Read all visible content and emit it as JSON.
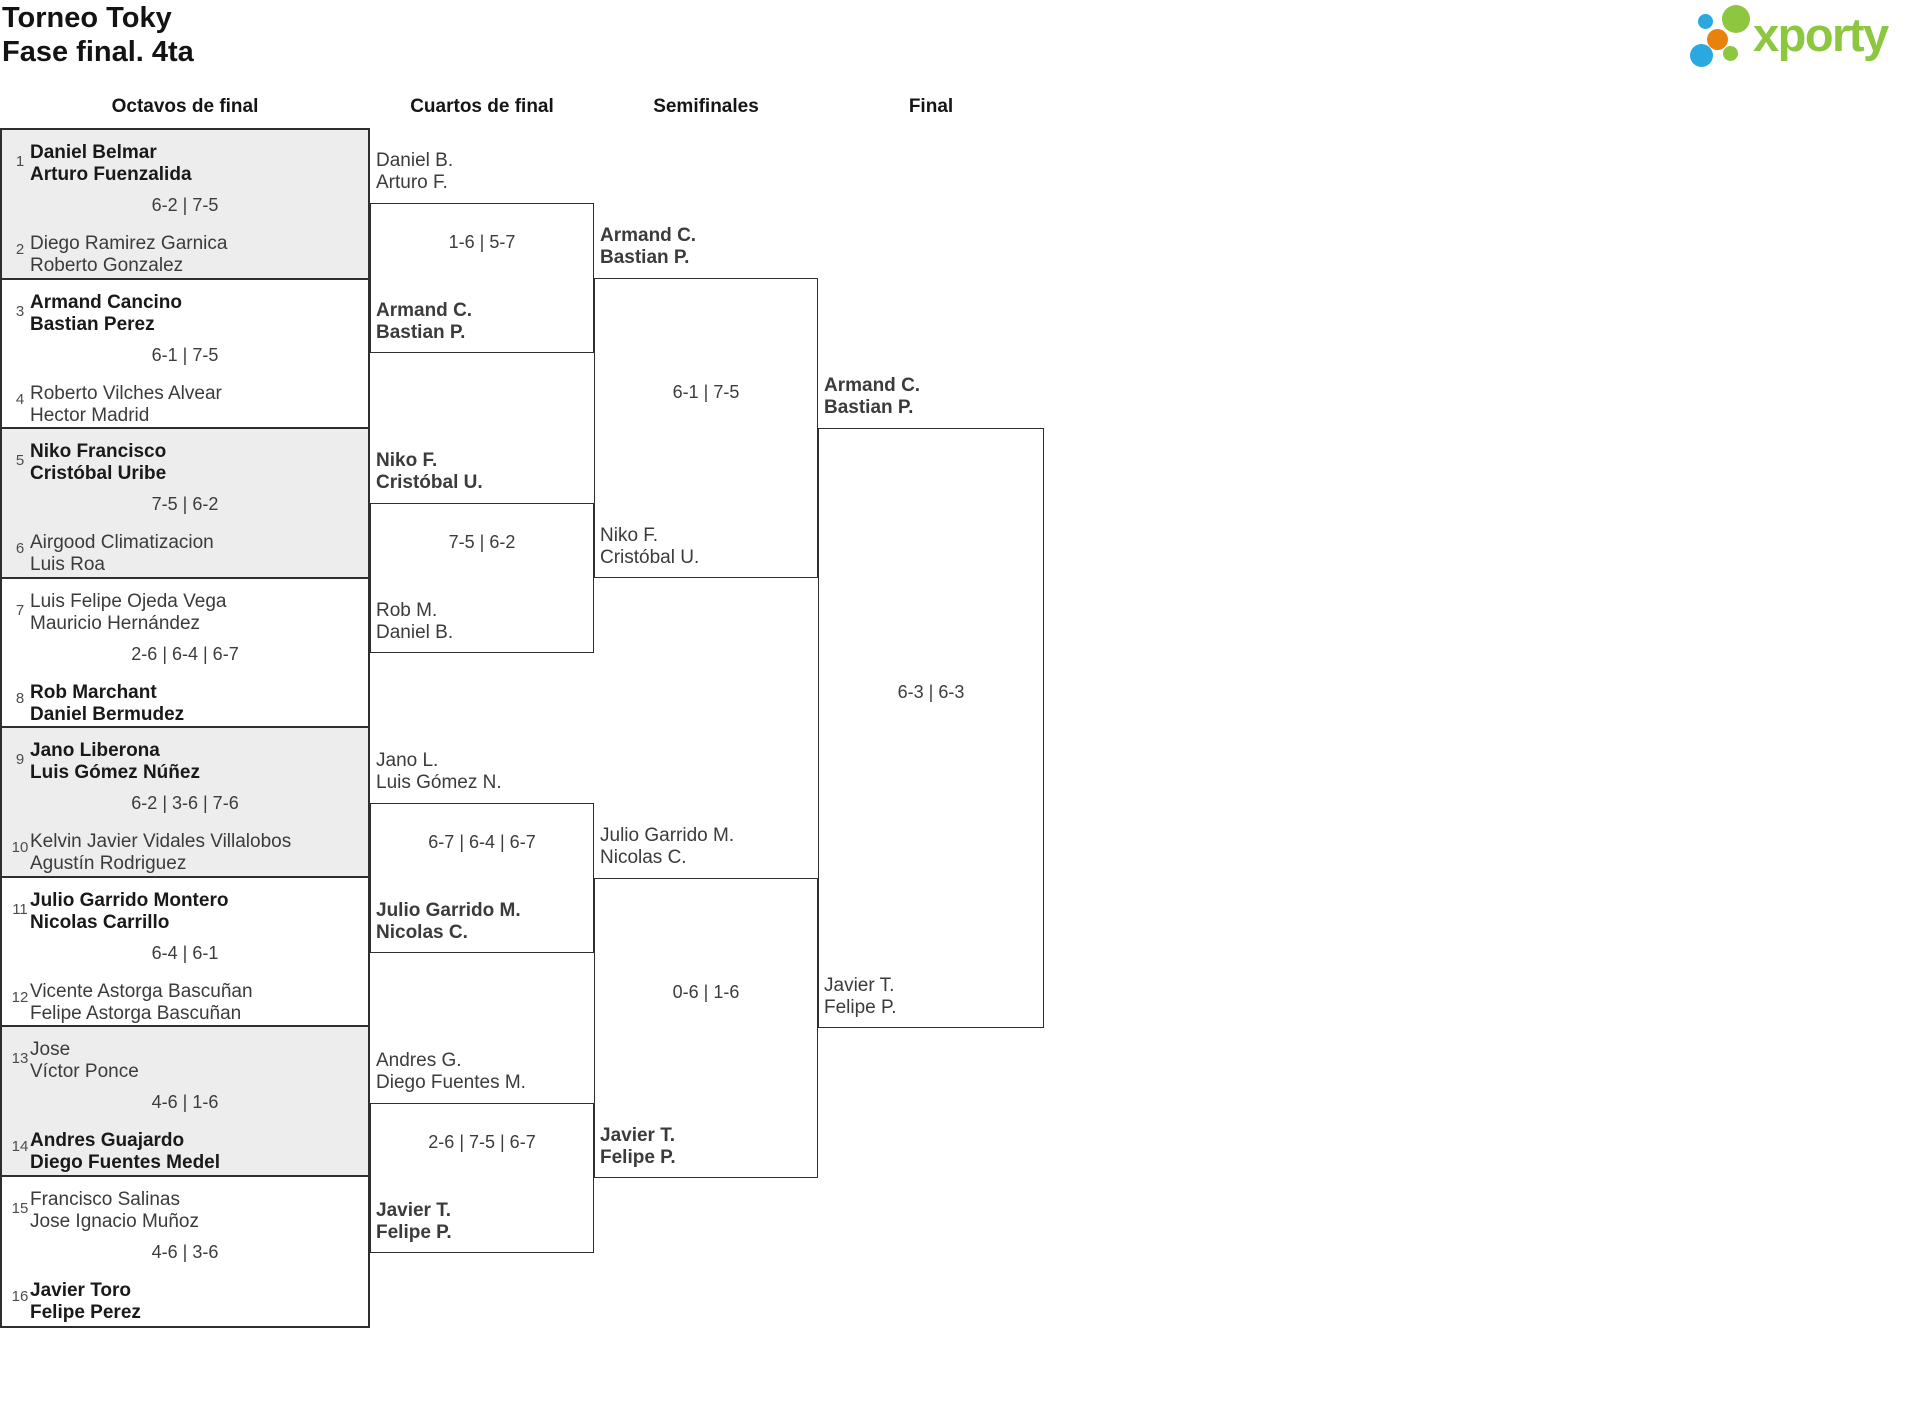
{
  "title": {
    "line1": "Torneo Toky",
    "line2": "Fase final. 4ta"
  },
  "logo": {
    "text": "xporty",
    "colors": {
      "green": "#8dc63f",
      "blue": "#2aa9e0",
      "orange": "#e8820d"
    }
  },
  "rounds": {
    "headers": [
      "Octavos de final",
      "Cuartos de final",
      "Semifinales",
      "Final"
    ]
  },
  "bracket": {
    "octavos": [
      {
        "top": {
          "seed": "1",
          "p1": "Daniel Belmar",
          "p2": "Arturo Fuenzalida",
          "winner": true
        },
        "score": "6-2 | 7-5",
        "bottom": {
          "seed": "2",
          "p1": "Diego Ramirez Garnica",
          "p2": "Roberto Gonzalez",
          "winner": false
        }
      },
      {
        "top": {
          "seed": "3",
          "p1": "Armand Cancino",
          "p2": "Bastian Perez",
          "winner": true
        },
        "score": "6-1 | 7-5",
        "bottom": {
          "seed": "4",
          "p1": "Roberto Vilches Alvear",
          "p2": "Hector Madrid",
          "winner": false
        }
      },
      {
        "top": {
          "seed": "5",
          "p1": "Niko Francisco",
          "p2": "Cristóbal Uribe",
          "winner": true
        },
        "score": "7-5 | 6-2",
        "bottom": {
          "seed": "6",
          "p1": "Airgood Climatizacion",
          "p2": "Luis Roa",
          "winner": false
        }
      },
      {
        "top": {
          "seed": "7",
          "p1": "Luis Felipe Ojeda Vega",
          "p2": "Mauricio Hernández",
          "winner": false
        },
        "score": "2-6 | 6-4 | 6-7",
        "bottom": {
          "seed": "8",
          "p1": "Rob Marchant",
          "p2": "Daniel Bermudez",
          "winner": true
        }
      },
      {
        "top": {
          "seed": "9",
          "p1": "Jano Liberona",
          "p2": "Luis Gómez Núñez",
          "winner": true
        },
        "score": "6-2 | 3-6 | 7-6",
        "bottom": {
          "seed": "10",
          "p1": "Kelvin Javier Vidales Villalobos",
          "p2": "Agustín Rodriguez",
          "winner": false
        }
      },
      {
        "top": {
          "seed": "11",
          "p1": "Julio Garrido Montero",
          "p2": "Nicolas Carrillo",
          "winner": true
        },
        "score": "6-4 | 6-1",
        "bottom": {
          "seed": "12",
          "p1": "Vicente Astorga Bascuñan",
          "p2": "Felipe Astorga Bascuñan",
          "winner": false
        }
      },
      {
        "top": {
          "seed": "13",
          "p1": "Jose",
          "p2": "Víctor Ponce",
          "winner": false
        },
        "score": "4-6 | 1-6",
        "bottom": {
          "seed": "14",
          "p1": "Andres Guajardo",
          "p2": "Diego Fuentes Medel",
          "winner": true
        }
      },
      {
        "top": {
          "seed": "15",
          "p1": "Francisco Salinas",
          "p2": "Jose Ignacio Muñoz",
          "winner": false
        },
        "score": "4-6 | 3-6",
        "bottom": {
          "seed": "16",
          "p1": "Javier Toro",
          "p2": "Felipe Perez",
          "winner": true
        }
      }
    ],
    "cuartos": [
      {
        "top": {
          "p1": "Daniel B.",
          "p2": "Arturo F.",
          "winner": false
        },
        "score": "1-6 | 5-7",
        "bottom": {
          "p1": "Armand C.",
          "p2": "Bastian P.",
          "winner": true
        }
      },
      {
        "top": {
          "p1": "Niko F.",
          "p2": "Cristóbal U.",
          "winner": true
        },
        "score": "7-5 | 6-2",
        "bottom": {
          "p1": "Rob M.",
          "p2": "Daniel B.",
          "winner": false
        }
      },
      {
        "top": {
          "p1": "Jano L.",
          "p2": "Luis Gómez N.",
          "winner": false
        },
        "score": "6-7 | 6-4 | 6-7",
        "bottom": {
          "p1": "Julio Garrido M.",
          "p2": "Nicolas C.",
          "winner": true
        }
      },
      {
        "top": {
          "p1": "Andres G.",
          "p2": "Diego Fuentes M.",
          "winner": false
        },
        "score": "2-6 | 7-5 | 6-7",
        "bottom": {
          "p1": "Javier T.",
          "p2": "Felipe P.",
          "winner": true
        }
      }
    ],
    "semifinales": [
      {
        "top": {
          "p1": "Armand C.",
          "p2": "Bastian P.",
          "winner": true
        },
        "score": "6-1 | 7-5",
        "bottom": {
          "p1": "Niko F.",
          "p2": "Cristóbal U.",
          "winner": false
        }
      },
      {
        "top": {
          "p1": "Julio Garrido M.",
          "p2": "Nicolas C.",
          "winner": false
        },
        "score": "0-6 | 1-6",
        "bottom": {
          "p1": "Javier T.",
          "p2": "Felipe P.",
          "winner": true
        }
      }
    ],
    "final": {
      "top": {
        "p1": "Armand C.",
        "p2": "Bastian P.",
        "winner": true
      },
      "score": "6-3 | 6-3",
      "bottom": {
        "p1": "Javier T.",
        "p2": "Felipe P.",
        "winner": false
      }
    }
  }
}
